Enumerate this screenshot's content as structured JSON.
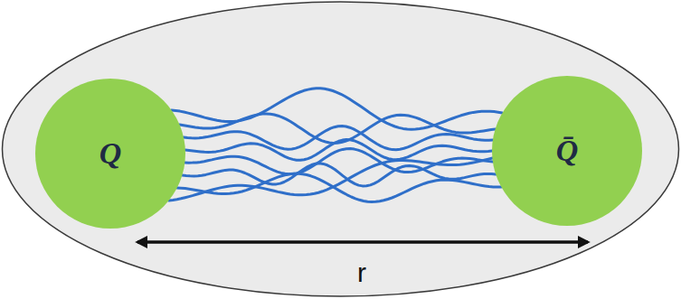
{
  "diagram": {
    "nodes": [
      {
        "text": [
          "Q"
        ]
      },
      {
        "text": [
          "Q̄"
        ]
      }
    ],
    "edges": [
      {
        "from": 0,
        "to": 1,
        "arrow": "none"
      },
      {
        "from": 0,
        "to": 1,
        "arrow": "none"
      },
      {
        "from": 0,
        "to": 1,
        "arrow": "none"
      },
      {
        "from": 0,
        "to": 1,
        "arrow": "none"
      },
      {
        "from": 0,
        "to": 1,
        "arrow": "none"
      },
      {
        "from": 0,
        "to": 1,
        "arrow": "none"
      },
      {
        "from": 0,
        "to": 1,
        "arrow": "none"
      },
      {
        "from": 0,
        "to": 1,
        "arrow": "none"
      }
    ],
    "labels": [
      "r"
    ]
  }
}
